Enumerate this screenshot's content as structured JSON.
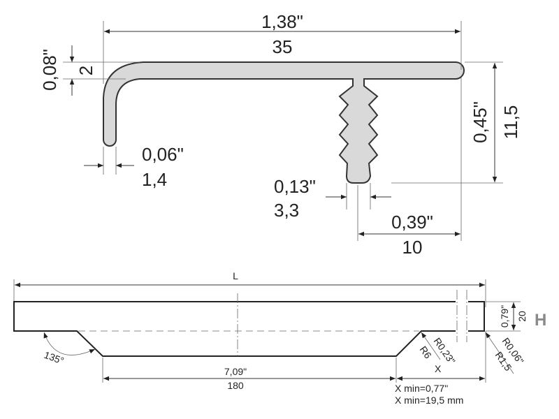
{
  "profile": {
    "width_in": "1,38\"",
    "width_mm": "35",
    "top_thickness_in": "0,08\"",
    "top_thickness_mm": "2",
    "height_in": "0,45\"",
    "height_mm": "11,5",
    "lip_in": "0,06\"",
    "lip_mm": "1,4",
    "stem_in": "0,13\"",
    "stem_mm": "3,3",
    "offset_in": "0,39\"",
    "offset_mm": "10"
  },
  "elevation": {
    "length_label": "L",
    "angle": "135°",
    "center_in": "7,09\"",
    "center_mm": "180",
    "height_in": "0,79\"",
    "height_mm": "20",
    "height_label": "H",
    "r_inner_in": "R0,23\"",
    "r_inner_mm": "R6",
    "r_outer_in": "R0,06\"",
    "r_outer_mm": "R1,5",
    "x_label": "X",
    "x_min_in": "X min=0,77\"",
    "x_min_mm": "X min=19,5 mm"
  },
  "colors": {
    "profile_fill": "#d9d9d9",
    "h_label": "#8a8a8a"
  }
}
